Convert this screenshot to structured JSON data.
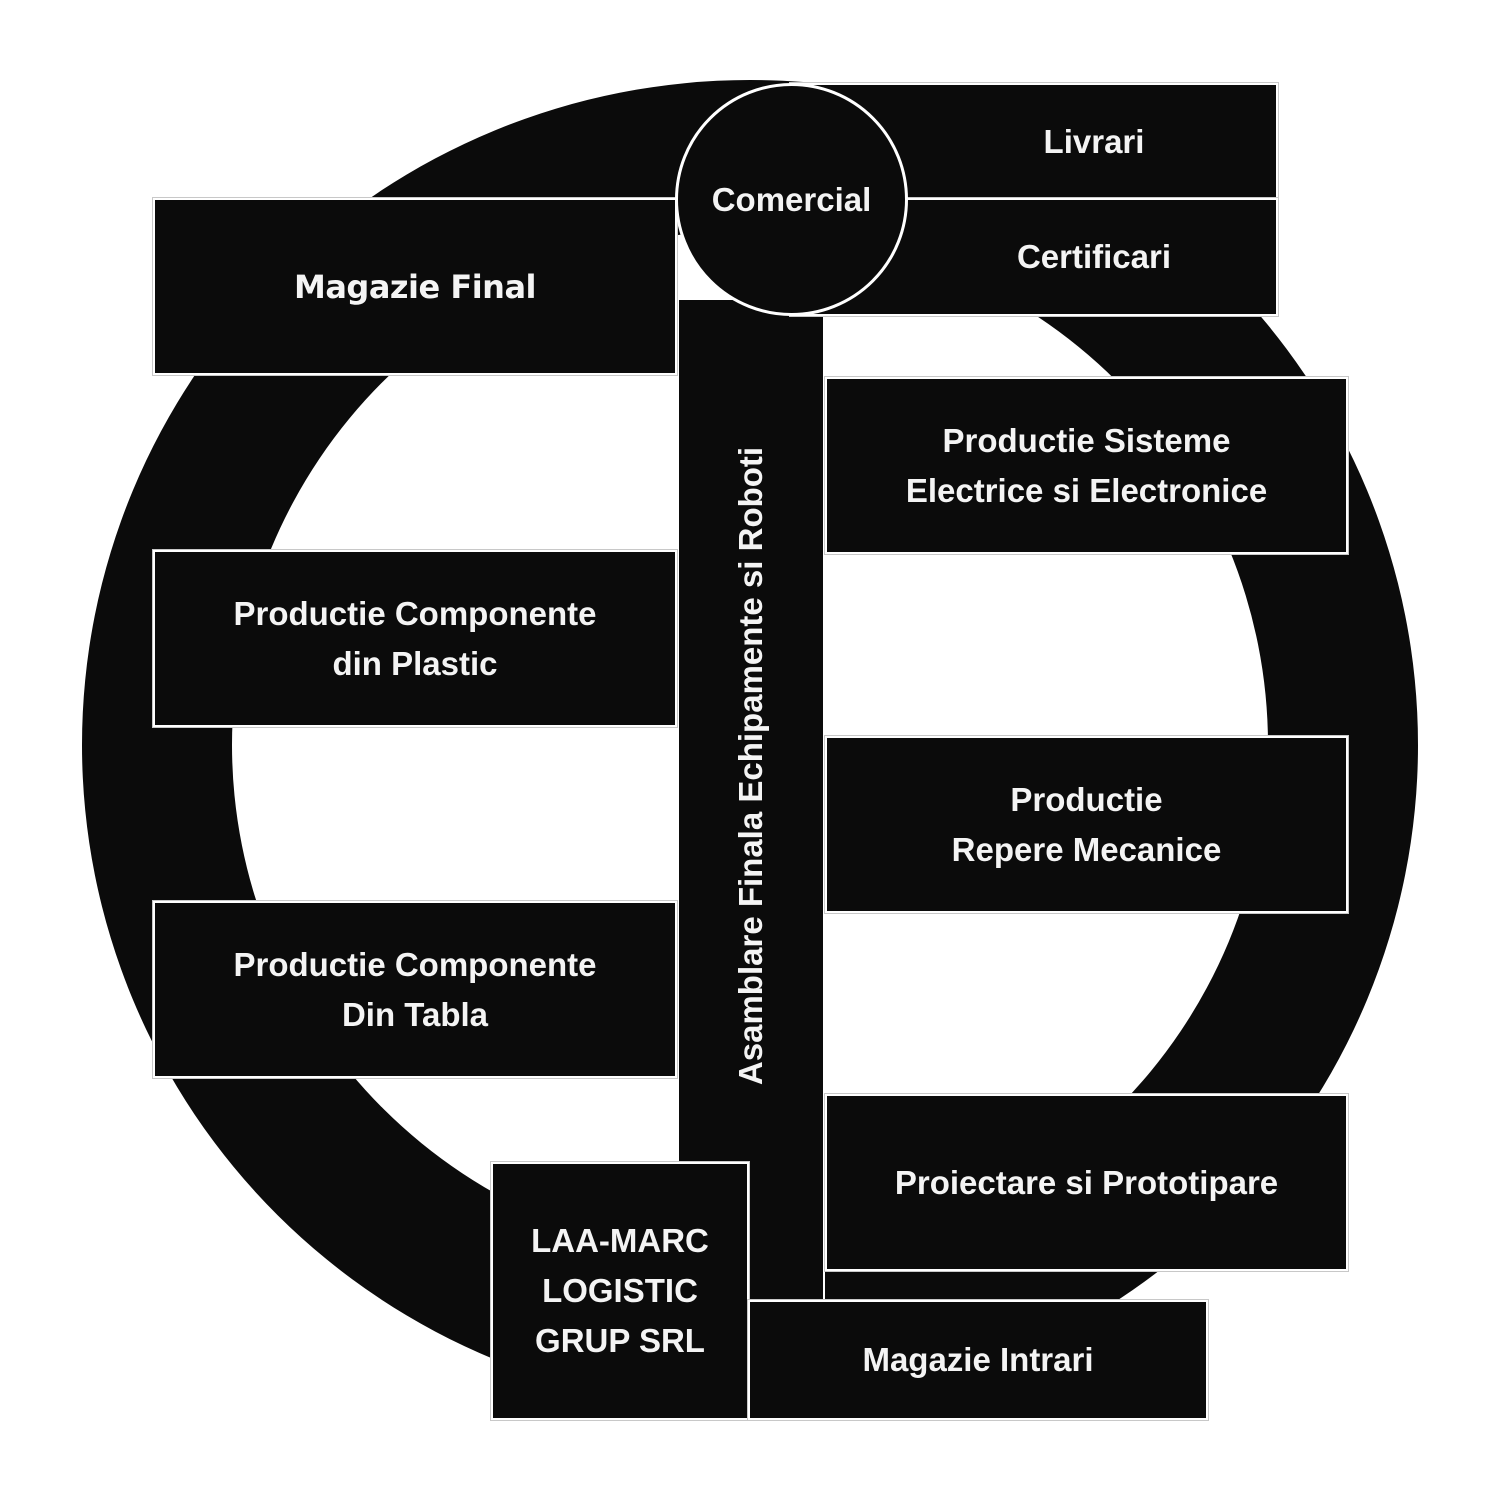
{
  "diagram": {
    "company": "LAA-MARC\nLOGISTIC\nGRUP SRL",
    "center": "Comercial",
    "spine": "Asamblare Finala Echipamente si Roboti",
    "top_right": [
      "Livrari",
      "Certificari"
    ],
    "left": [
      "Magazie Final",
      "Productie Componente\ndin Plastic",
      "Productie Componente\nDin Tabla"
    ],
    "right": [
      "Productie Sisteme\nElectrice si Electronice",
      "Productie\nRepere Mecanice",
      "Proiectare si Prototipare"
    ],
    "bottom": "Magazie Intrari"
  },
  "colors": {
    "fill": "#0b0b0b",
    "text": "#f4f4f4",
    "stroke": "#ffffff",
    "background": "#ffffff"
  }
}
